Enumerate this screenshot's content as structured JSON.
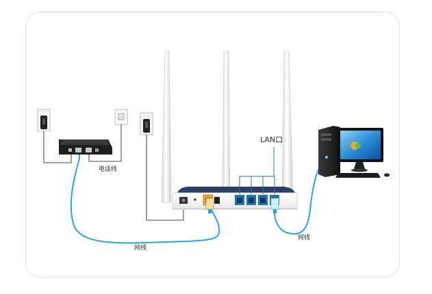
{
  "labels": {
    "lan_port": "LAN口",
    "phone_line": "电话线",
    "network_cable_left": "网线",
    "network_cable_right": "网线"
  },
  "colors": {
    "cable_blue": "#29a5dd",
    "router_body": "#f2f2f2",
    "router_base": "#2d3f63",
    "port_blue": "#1e73b4",
    "wan_port": "#e5a53a",
    "modem_body": "#1f1f1f"
  }
}
